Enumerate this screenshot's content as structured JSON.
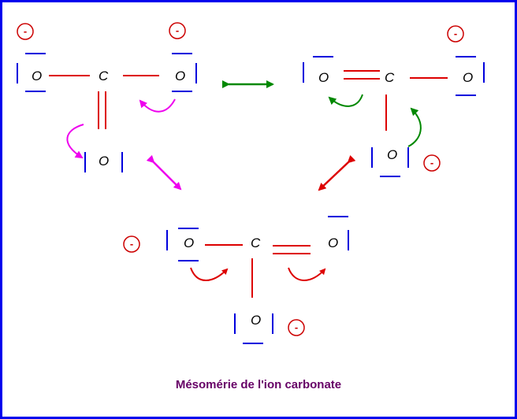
{
  "labels": {
    "carbon": "C",
    "oxygen": "O",
    "minus": "-"
  },
  "caption": "Mésomérie de l'ion carbonate",
  "colors": {
    "frame": "#0000ee",
    "bond": "#dd0000",
    "lone_pair": "#0000dd",
    "charge": "#cc0000",
    "arrow_magenta": "#ee00ee",
    "arrow_green": "#008800",
    "arrow_red": "#dd0000",
    "caption": "#660066"
  }
}
